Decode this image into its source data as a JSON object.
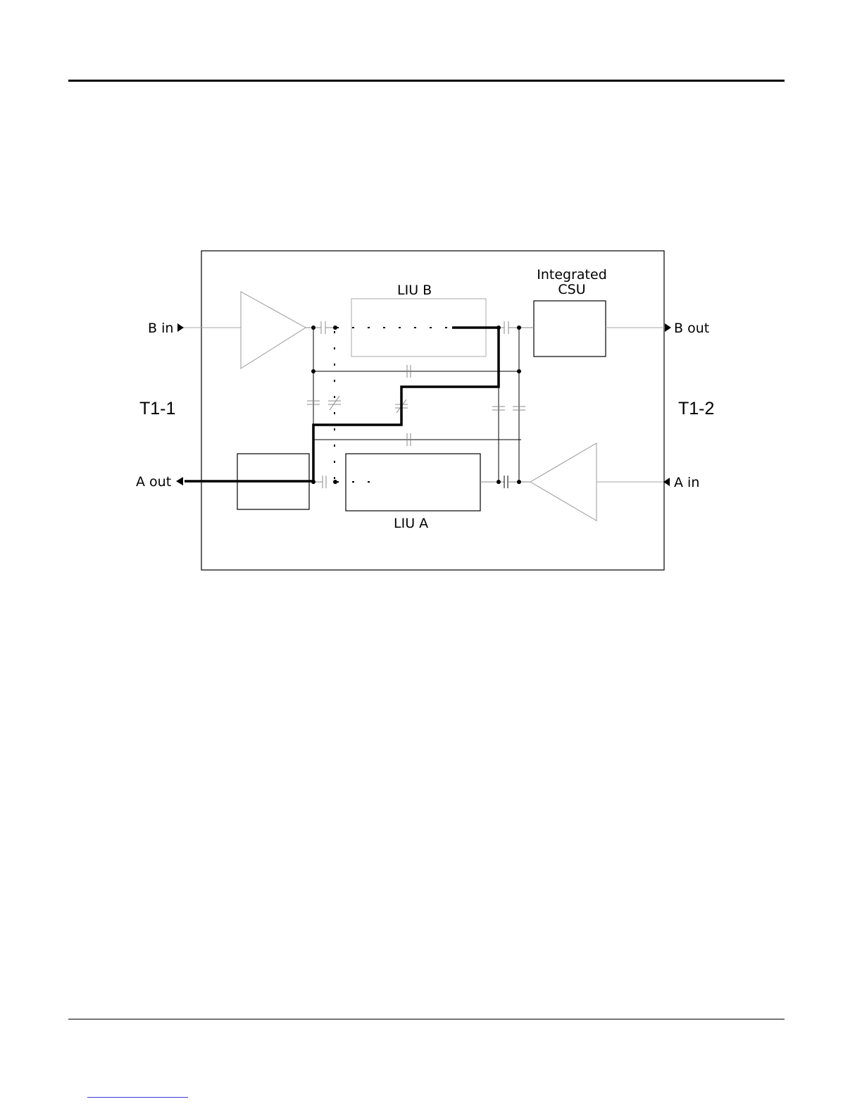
{
  "diagram": {
    "labels": {
      "b_in": "B in",
      "b_out": "B out",
      "a_in": "A in",
      "a_out": "A out",
      "t1_1": "T1-1",
      "t1_2": "T1-2",
      "liu_b": "LIU B",
      "liu_a": "LIU A",
      "csu_line1": "Integrated",
      "csu_line2": "CSU"
    }
  }
}
